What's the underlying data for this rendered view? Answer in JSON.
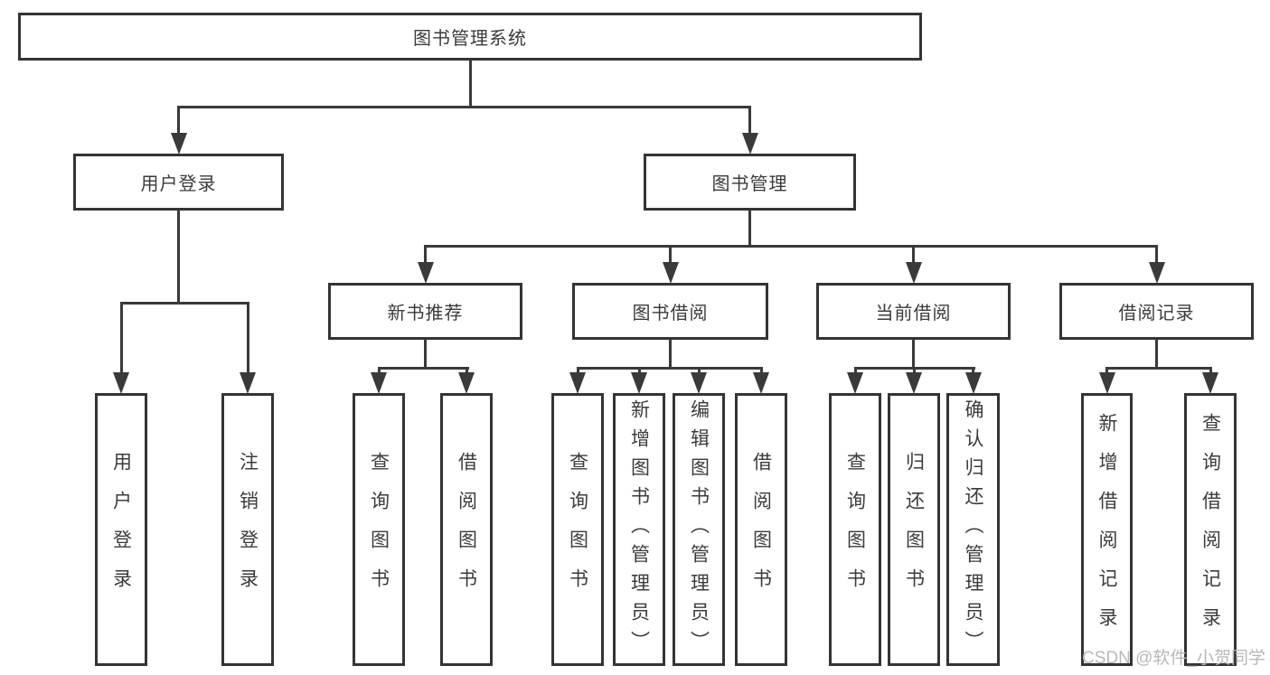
{
  "diagram": {
    "type": "tree",
    "root": {
      "label": "图书管理系统",
      "children": [
        {
          "label": "用户登录",
          "children": [
            {
              "label": "用户登录"
            },
            {
              "label": "注销登录"
            }
          ]
        },
        {
          "label": "图书管理",
          "children": [
            {
              "label": "新书推荐",
              "children": [
                {
                  "label": "查询图书"
                },
                {
                  "label": "借阅图书"
                }
              ]
            },
            {
              "label": "图书借阅",
              "children": [
                {
                  "label": "查询图书"
                },
                {
                  "label": "新增图书（管理员）"
                },
                {
                  "label": "编辑图书（管理员）"
                },
                {
                  "label": "借阅图书"
                }
              ]
            },
            {
              "label": "当前借阅",
              "children": [
                {
                  "label": "查询图书"
                },
                {
                  "label": "归还图书"
                },
                {
                  "label": "确认归还（管理员）"
                }
              ]
            },
            {
              "label": "借阅记录",
              "children": [
                {
                  "label": "新增借阅记录"
                },
                {
                  "label": "查询借阅记录"
                }
              ]
            }
          ]
        }
      ]
    }
  },
  "watermark": {
    "text": "CSDN @软件_小贺同学"
  },
  "colors": {
    "line": "#3a3a3a",
    "box_border": "#343434",
    "text": "#3b3b3b",
    "watermark": "#b8b8b8",
    "background": "#ffffff"
  }
}
